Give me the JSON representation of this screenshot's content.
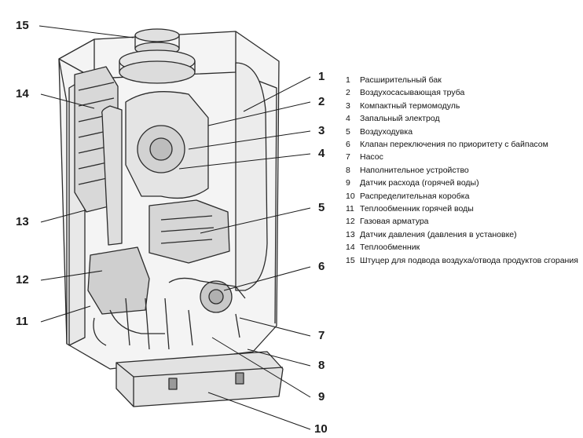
{
  "callouts": [
    {
      "n": "15"
    },
    {
      "n": "14"
    },
    {
      "n": "13"
    },
    {
      "n": "12"
    },
    {
      "n": "11"
    },
    {
      "n": "1"
    },
    {
      "n": "2"
    },
    {
      "n": "3"
    },
    {
      "n": "4"
    },
    {
      "n": "5"
    },
    {
      "n": "6"
    },
    {
      "n": "7"
    },
    {
      "n": "8"
    },
    {
      "n": "9"
    },
    {
      "n": "10"
    }
  ],
  "legend": [
    {
      "num": "1",
      "text": "Расширительный бак"
    },
    {
      "num": "2",
      "text": "Воздухосасывающая труба"
    },
    {
      "num": "3",
      "text": "Компактный термомодуль"
    },
    {
      "num": "4",
      "text": "Запальный электрод"
    },
    {
      "num": "5",
      "text": "Воздуходувка"
    },
    {
      "num": "6",
      "text": "Клапан переключения по приоритету с байпасом"
    },
    {
      "num": "7",
      "text": "Насос"
    },
    {
      "num": "8",
      "text": "Наполнительное устройство"
    },
    {
      "num": "9",
      "text": "Датчик расхода (горячей воды)"
    },
    {
      "num": "10",
      "text": "Распределительная коробка"
    },
    {
      "num": "11",
      "text": "Теплообменник горячей воды"
    },
    {
      "num": "12",
      "text": "Газовая арматура"
    },
    {
      "num": "13",
      "text": "Датчик давления (давления в установке)"
    },
    {
      "num": "14",
      "text": "Теплообменник"
    },
    {
      "num": "15",
      "text": "Штуцер для подвода воздуха/отвода продуктов сгорания"
    }
  ]
}
